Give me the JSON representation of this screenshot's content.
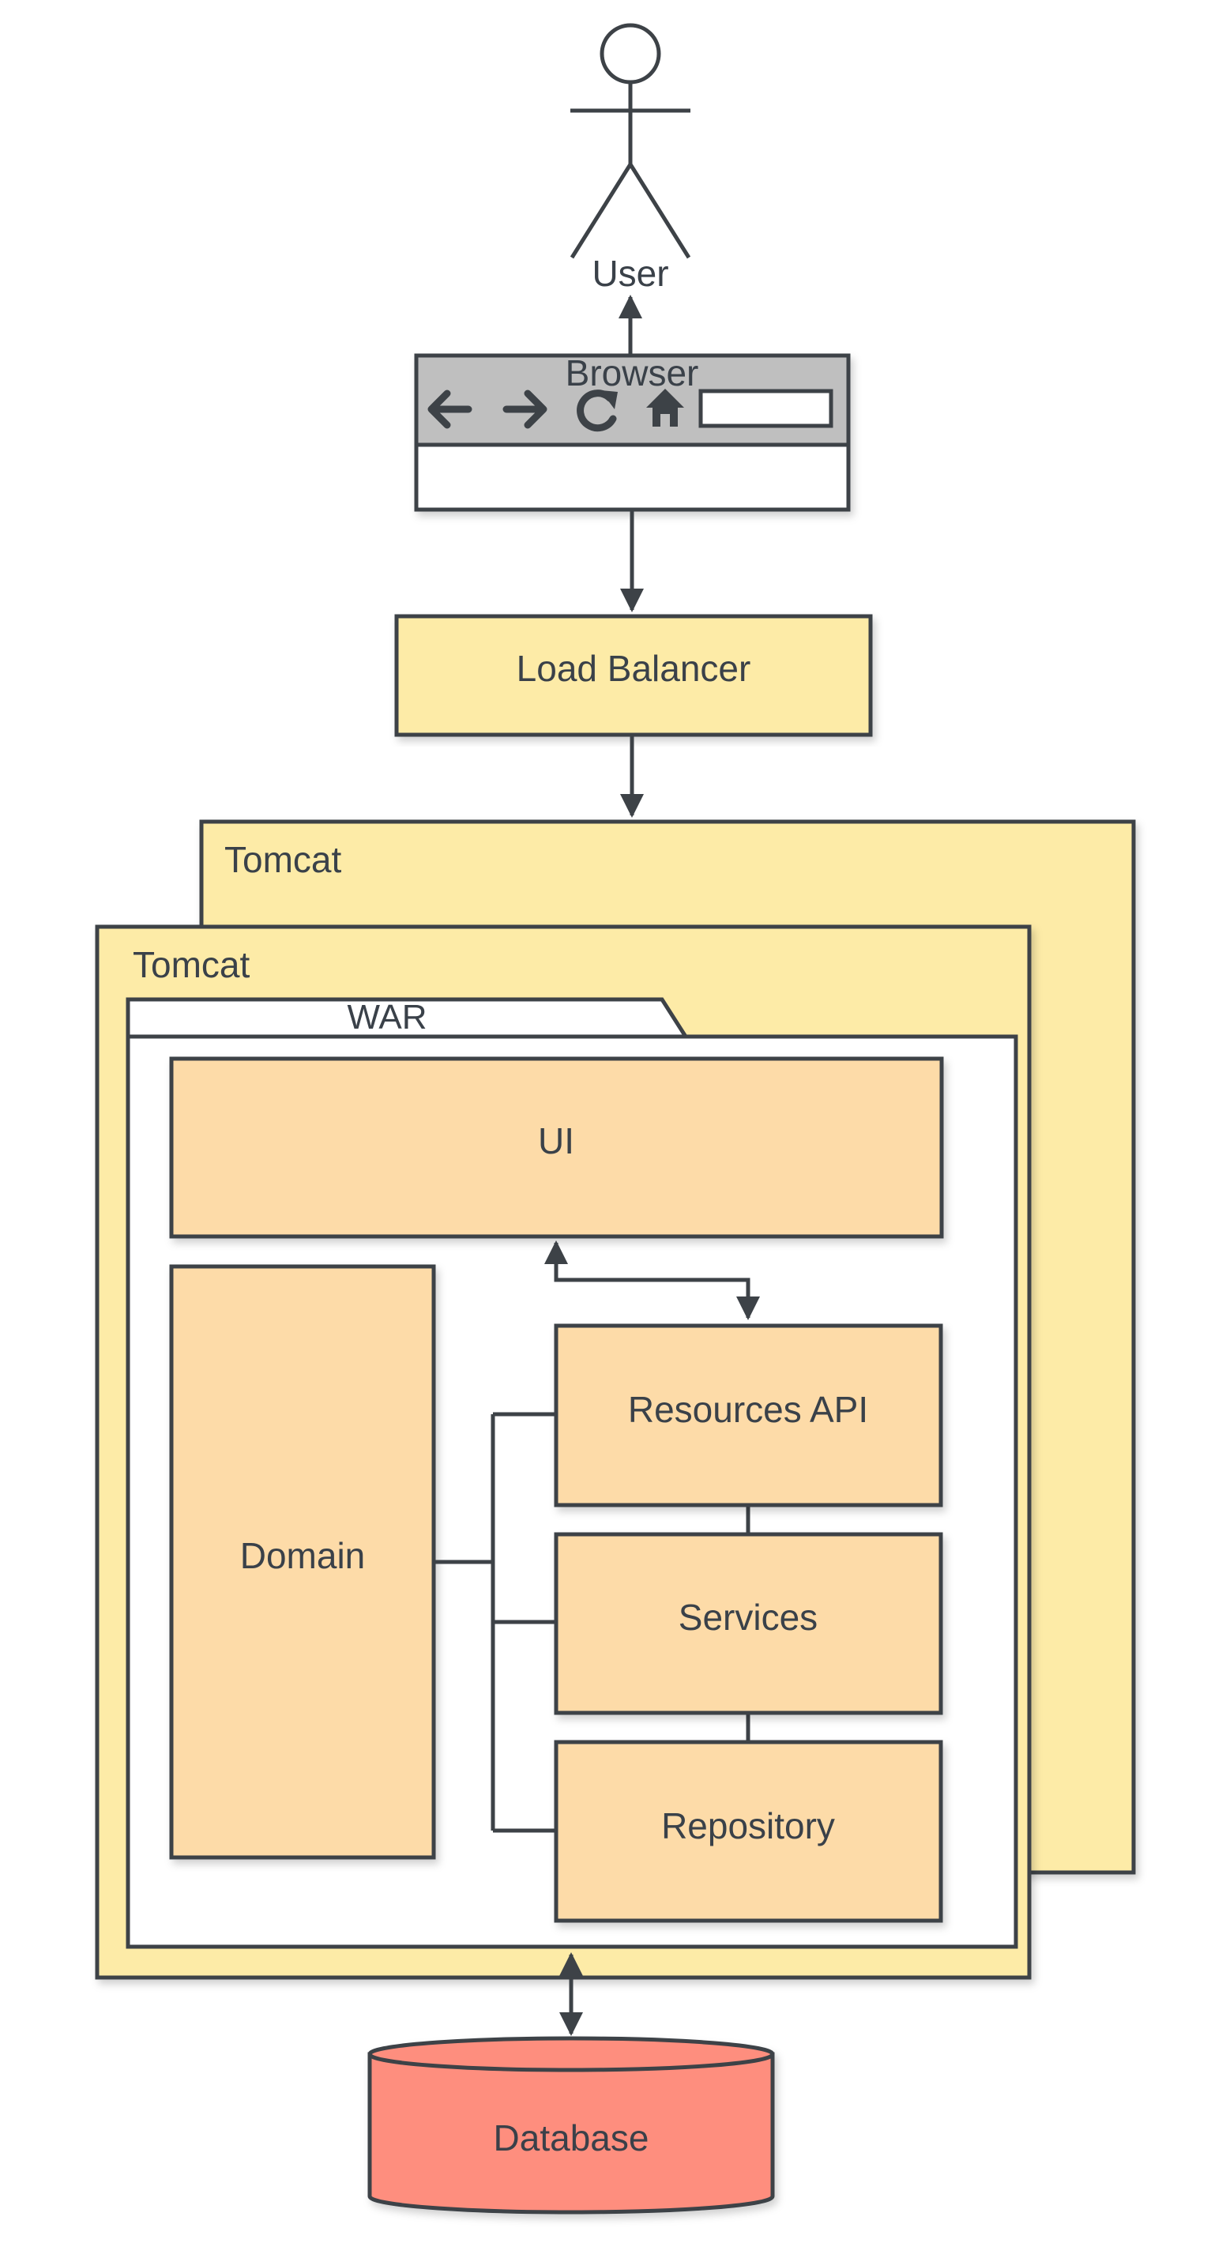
{
  "diagram": {
    "actor": {
      "label": "User"
    },
    "browser": {
      "label": "Browser",
      "icons": [
        "arrow-left-icon",
        "arrow-right-icon",
        "refresh-icon",
        "home-icon"
      ]
    },
    "load_balancer": {
      "label": "Load Balancer"
    },
    "tomcat_back": {
      "label": "Tomcat"
    },
    "tomcat_front": {
      "label": "Tomcat"
    },
    "war": {
      "label": "WAR"
    },
    "ui": {
      "label": "UI"
    },
    "domain": {
      "label": "Domain"
    },
    "resources_api": {
      "label": "Resources API"
    },
    "services": {
      "label": "Services"
    },
    "repository": {
      "label": "Repository"
    },
    "database": {
      "label": "Database"
    },
    "colors": {
      "server_fill": "#FDEBA7",
      "component_fill": "#FDDBA8",
      "database_fill": "#FE8E7E",
      "browser_bar": "#BFBFBF",
      "stroke": "#3D4247"
    }
  }
}
